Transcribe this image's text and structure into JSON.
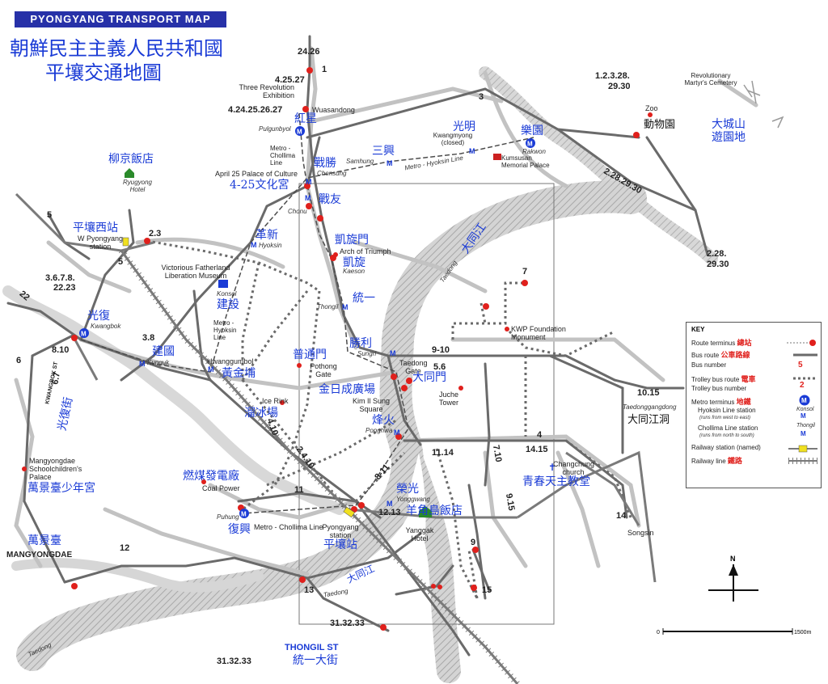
{
  "title": {
    "english": "PYONGYANG TRANSPORT MAP",
    "chinese_line1": "朝鮮民主主義人民共和國",
    "chinese_line2": "平壤交通地圖"
  },
  "colors": {
    "title_bar": "#2731a8",
    "chinese_text": "#1a3bd6",
    "terminus": "#e0201c",
    "river": "#cfcfcf",
    "road": "#bdbdbd",
    "route_line": "#6a6a6a"
  },
  "places": {
    "three_revolution": "Three Revolution Exhibition",
    "wuasandong": "Wuasandong",
    "pulgunbyol": "Pulgunbyol",
    "hongxing_cn": "紅星",
    "metro_chollima": "Metro - Chollima Line",
    "chonsung": "Chonsung",
    "zhansheng_cn": "戰勝",
    "april25": "April 25 Palace of Culture",
    "april25_cn": "4-25文化宮",
    "chonu": "Chonu",
    "zhanyou_cn": "戰友",
    "samhung": "Samhung",
    "sanxing_cn": "三興",
    "metro_hyoksin": "Metro - Hyoksin Line",
    "kwangmyong_cn": "光明",
    "kwangmyong": "Kwangmyong (closed)",
    "kumsusan": "Kumsusan Memorial Palace",
    "leyuan_cn": "樂園",
    "rakwon": "Rakwon",
    "zoo": "Zoo",
    "zoo_cn": "動物園",
    "martyrs": "Revolutionary Martyr's Cemetery",
    "daesongsan_cn1": "大城山",
    "daesongsan_cn2": "遊園地",
    "ryugyong_cn": "柳京飯店",
    "ryugyong": "Ryugyong Hotel",
    "wpy_cn": "平壤西站",
    "wpy": "W Pyongyang station",
    "kaixuanmen_cn": "凱旋門",
    "arch": "Arch of Triumph",
    "kaixuan_cn": "凱旋",
    "kaeson": "Kaeson",
    "gexin_cn": "革新",
    "hyoksin": "Hyoksin",
    "victorious": "Victorious Fatherland Liberation Museum",
    "konsol": "Konsol",
    "jianshe_cn": "建設",
    "metro_hyoksin_v": "Metro - Hyoksin Line",
    "kwangbok_cn": "光復",
    "kwangbok": "Kwangbok",
    "kunguk_cn": "建國",
    "kunguk": "Kunguk",
    "hwanggumbol": "Hwanggumbol",
    "hjp_cn": "黃金埔",
    "tongil": "Thongil",
    "tongyi_cn": "統一",
    "putongmen_cn": "普通門",
    "pothong": "Pothong Gate",
    "ice_rink": "Ice Rink",
    "liubing_cn": "溜冰場",
    "shengli_cn": "勝利",
    "sungri": "Sungri",
    "taedong_gate": "Taedong Gate",
    "datongmen_cn": "大同門",
    "kimilsung_cn": "金日成廣場",
    "kimilsung": "Kim Il Sung Square",
    "fenghuo_cn": "烽火",
    "ponghwa": "Ponghwa",
    "juche": "Juche Tower",
    "kwp": "KWP Foundation Monument",
    "daedongjiang_cn": "大同江",
    "taedong": "Taedong",
    "taedonggang": "Taedonggangdong",
    "dtjd_cn": "大同江洞",
    "changchung": "Changchung church",
    "qingchun_cn": "青春天主教堂",
    "songsin": "Songsin",
    "mangyongdae_palace": "Mangyongdae Schoolchildren's Palace",
    "mangyongdae_palace_cn": "萬景臺少年宮",
    "mangyongdae_cn": "萬景臺",
    "mangyongdae": "MANGYONGDAE",
    "kwangbok_st": "KWANGBOK ST",
    "kwangbok_st_cn": "光復街",
    "coal_power_cn": "燃煤發電廠",
    "coal_power": "Coal Power",
    "puhung": "Puhung",
    "fuxing_cn": "復興",
    "metro_chollima_h": "Metro - Chollima Line",
    "yonggwang_cn": "榮光",
    "yonggwang": "Yonggwang",
    "yanggak_cn": "羊角島飯店",
    "yanggak": "Yanggak Hotel",
    "pystation": "Pyongyang station",
    "pystation_cn": "平壤站",
    "thongil_st": "THONGIL ST",
    "thongil_st_cn": "統一大街"
  },
  "route_labels": {
    "r_2426": "24.26",
    "r_42527": "4.25.27",
    "r_long": "4.24.25.26.27",
    "r_1": "1",
    "r_3a": "3",
    "r_123": "1.2.3.28.",
    "r_2930": "29.30",
    "r_2282930": "2.28.29.30",
    "r_228": "2.28.",
    "r_2930b": "29.30",
    "r_5a": "5",
    "r_5b": "5",
    "r_23": "2.3",
    "r_3678": "3.6.7.8.",
    "r_2223": "22.23",
    "r_22": "22",
    "r_6": "6",
    "r_810": "8.10",
    "r_38": "3.8",
    "r_910": "9-10",
    "r_56": "5.6",
    "r_1014": "11.14",
    "r_1415": "14.15",
    "r_1015": "10.15",
    "r_1213": "12.13",
    "r_811": "8-11",
    "r_3133": "31.32.33",
    "r_3133b": "31.32.33",
    "r_12": "12",
    "r_13": "13",
    "r_14": "14",
    "r_15": "15",
    "r_710": "7.10",
    "r_915": "9.15",
    "r_4": "4",
    "r_410": "4.10",
    "r_2410": "2.4.10",
    "r_7": "7",
    "r_9": "9",
    "r_11": "11",
    "r_67": "6.7"
  },
  "key": {
    "heading": "KEY",
    "terminus": "Route terminus",
    "terminus_cn": "總站",
    "bus_route": "Bus route",
    "bus_route_cn": "公車路線",
    "bus_number": "Bus number",
    "bus_number_sample": "5",
    "trolley_route": "Trolley bus route",
    "trolley_cn": "電車",
    "trolley_sample": "2",
    "trolley_number": "Trolley bus number",
    "metro_terminus": "Metro terminus",
    "metro_cn": "地鐵",
    "hyoksin_station": "Hyoksin Line station",
    "hyoksin_sub": "(runs from west to east)",
    "konsol": "Konsol",
    "chollima_station": "Chollima Line station",
    "chollima_sub": "(runs from north to south)",
    "thongil": "Thongil",
    "railway_station": "Railway station (named)",
    "railway_line": "Railway line",
    "railway_cn": "鐵路"
  },
  "north_label": "N",
  "scale": {
    "start": "0",
    "end": "1500m"
  }
}
